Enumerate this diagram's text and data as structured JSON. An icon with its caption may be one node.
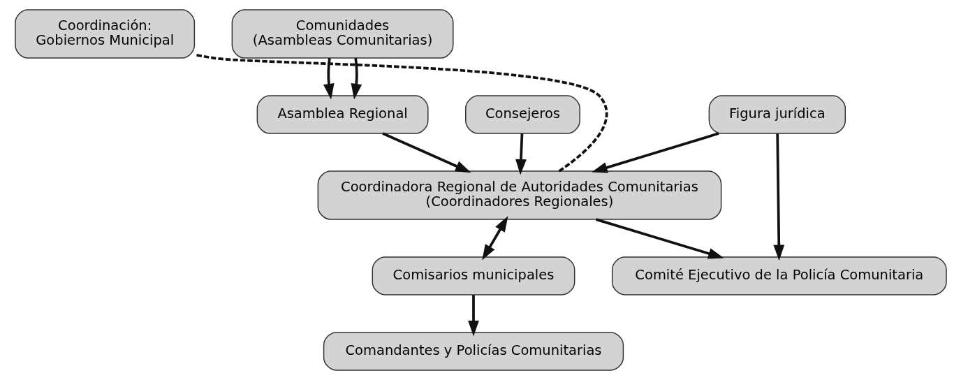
{
  "diagram": {
    "nodes": [
      {
        "text": [
          "Asamblea Regional"
        ]
      },
      {
        "text": [
          "Consejeros"
        ]
      },
      {
        "text": [
          "Coordinadora Regional de Autoridades Comunitarias",
          "(Coordinadores Regionales)"
        ]
      },
      {
        "text": [
          "Coordinación:",
          "Gobiernos Municipal"
        ]
      },
      {
        "text": [
          "Comisarios municipales"
        ]
      },
      {
        "text": [
          "Figura jurídica"
        ]
      },
      {
        "text": [
          "Comandantes y Policías Comunitarias"
        ]
      },
      {
        "text": [
          "Comité Ejecutivo de la Policía Comunitaria"
        ]
      },
      {
        "text": [
          "Comunidades",
          "(Asambleas Comunitarias)"
        ]
      }
    ],
    "edges": [
      {
        "from": 0,
        "to": 2,
        "arrow": "to"
      },
      {
        "from": 1,
        "to": 2,
        "arrow": "to"
      },
      {
        "from": 2,
        "to": 4,
        "arrow": "both"
      },
      {
        "from": 2,
        "to": 7,
        "arrow": "to"
      },
      {
        "from": 4,
        "to": 6,
        "arrow": "to"
      },
      {
        "from": 5,
        "to": 2,
        "arrow": "to"
      },
      {
        "from": 5,
        "to": 7,
        "arrow": "to"
      },
      {
        "from": 8,
        "to": 0,
        "arrow": "to"
      },
      {
        "from": 8,
        "to": 0,
        "arrow": "to"
      },
      {
        "from": 2,
        "to": 3,
        "arrow": "none",
        "style": "dashed"
      }
    ]
  }
}
